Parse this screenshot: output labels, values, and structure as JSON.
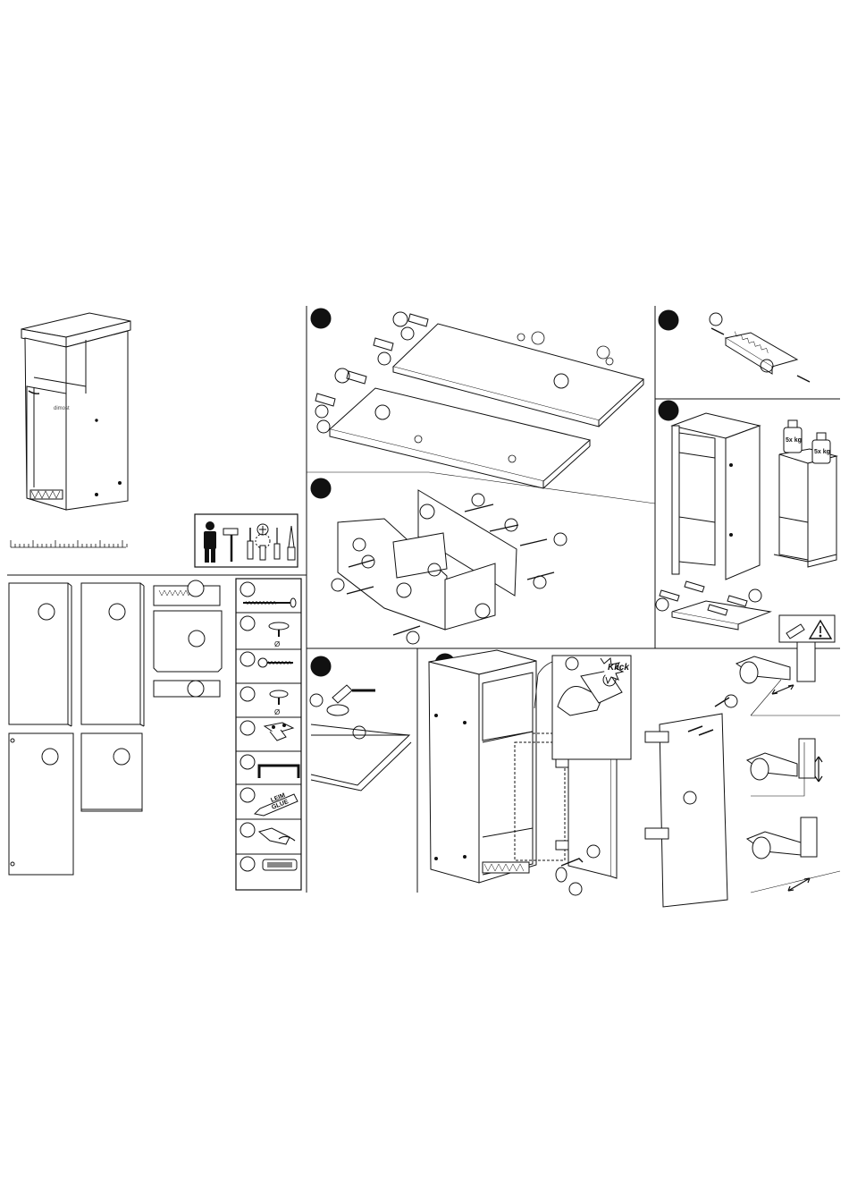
{
  "steps": [
    {
      "id": "step-1",
      "marker": "filled-circle"
    },
    {
      "id": "step-2",
      "marker": "filled-circle"
    },
    {
      "id": "step-3",
      "marker": "filled-circle"
    },
    {
      "id": "step-4",
      "marker": "filled-circle"
    },
    {
      "id": "step-5",
      "marker": "filled-circle"
    },
    {
      "id": "step-6",
      "marker": "filled-circle"
    }
  ],
  "parts_list": [
    {
      "icon": "long-screw-icon"
    },
    {
      "icon": "shelf-pin-icon",
      "symbol": "Ø"
    },
    {
      "icon": "wood-screw-icon"
    },
    {
      "icon": "shelf-support-icon",
      "symbol": "Ø"
    },
    {
      "icon": "mounting-plate-icon"
    },
    {
      "icon": "handle-icon"
    },
    {
      "icon": "glue-bottle-icon",
      "line1": "LEIM",
      "line2": "GLUE"
    },
    {
      "icon": "hinge-icon"
    },
    {
      "icon": "vent-grille-icon"
    }
  ],
  "glue_label": {
    "line1": "LEIM",
    "line2": "GLUE"
  },
  "hinge_callout": {
    "text": "Klick"
  },
  "weights": {
    "left": "5x kg",
    "right": "5x kg"
  },
  "drill_symbol": "Ø",
  "cabinet_brand": "dimost",
  "colors": {
    "ink": "#111111",
    "paper": "#ffffff",
    "shade": "#dddddd"
  }
}
